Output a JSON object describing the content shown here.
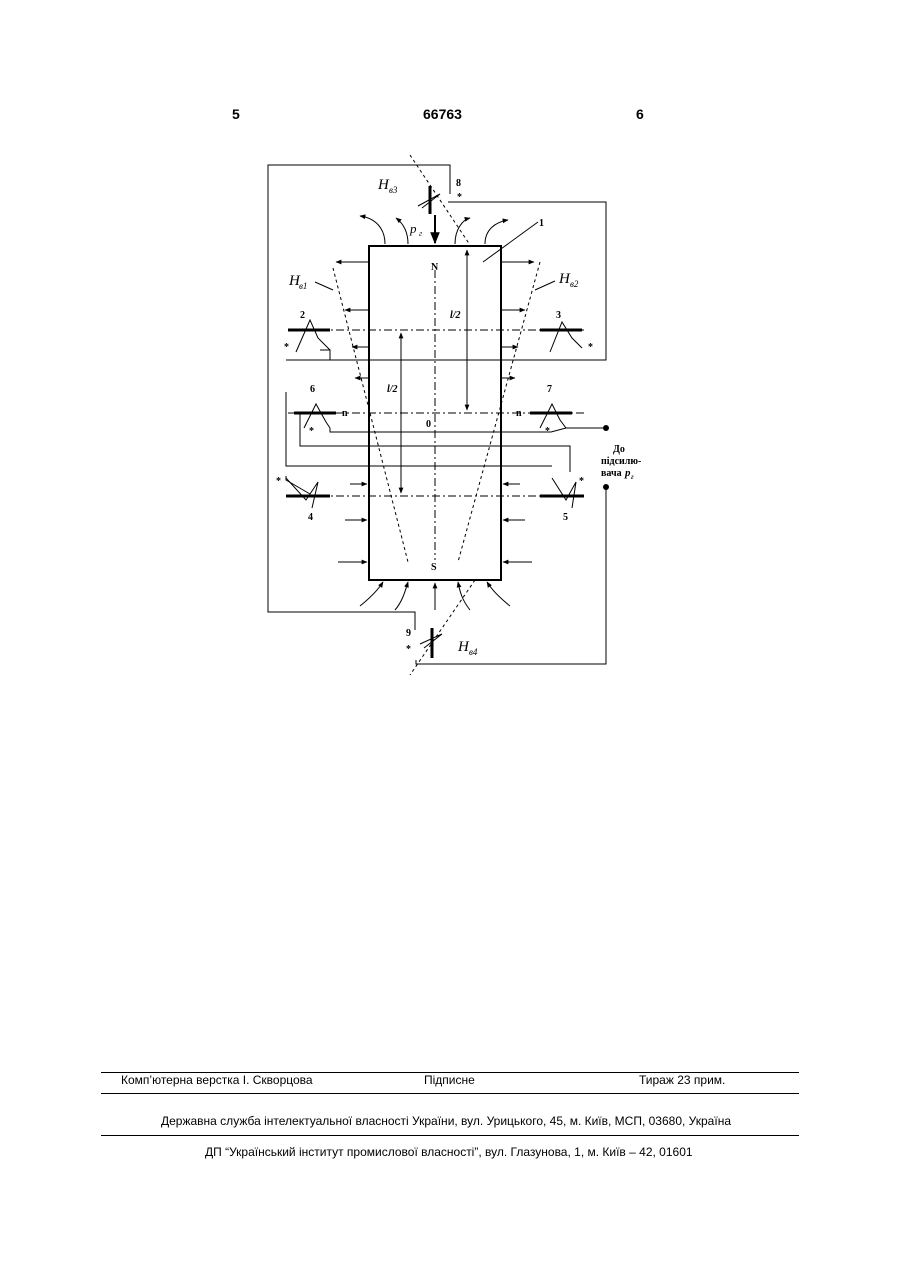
{
  "header": {
    "page_left": "5",
    "patent_number": "66763",
    "page_right": "6"
  },
  "figure": {
    "pole_top": "N",
    "pole_bottom": "S",
    "center": "0",
    "half_length_left": "l/2",
    "half_length_right": "l/2",
    "body_number": "1",
    "sensor_numbers": [
      "2",
      "3",
      "4",
      "5",
      "6",
      "7",
      "8",
      "9"
    ],
    "field_labels": [
      "H",
      "H",
      "H",
      "H"
    ],
    "field_subscripts": [
      "в1",
      "в2",
      "в3",
      "в4"
    ],
    "pressure_label": "p",
    "pressure_sub": "г",
    "n_left": "n",
    "n_right": "n",
    "star": "*",
    "amplifier_note": [
      "До",
      "підсилю-",
      "вача"
    ],
    "amplifier_p": "p",
    "amplifier_p_sub": "г"
  },
  "footer": {
    "typesetting": "Комп’ютерна верстка І. Скворцова",
    "subscription": "Підписне",
    "circulation": "Тираж 23 прим.",
    "service": "Державна служба інтелектуальної власності України, вул. Урицького, 45, м. Київ, МСП, 03680, Україна",
    "institute": "ДП “Український інститут промислової власності”, вул. Глазунова, 1, м. Київ – 42, 01601"
  }
}
